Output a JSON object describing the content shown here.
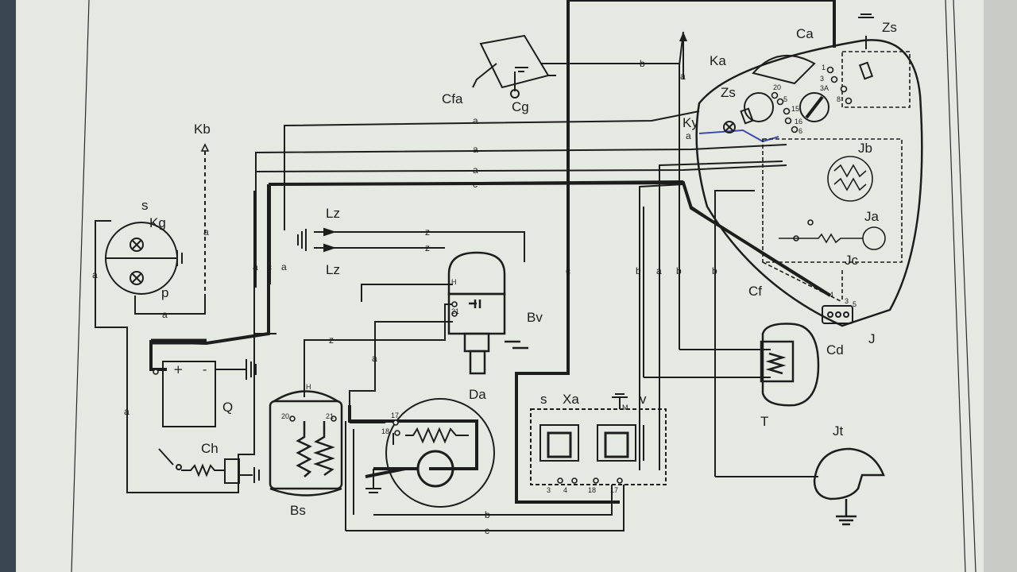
{
  "components": [
    {
      "id": "Kb",
      "label": "Kb"
    },
    {
      "id": "s_kg",
      "label": "s"
    },
    {
      "id": "Kg",
      "label": "Kg"
    },
    {
      "id": "p",
      "label": "p"
    },
    {
      "id": "Lz1",
      "label": "Lz"
    },
    {
      "id": "Lz2",
      "label": "Lz"
    },
    {
      "id": "Bv",
      "label": "Bv"
    },
    {
      "id": "Q",
      "label": "Q"
    },
    {
      "id": "Ch",
      "label": "Ch"
    },
    {
      "id": "Bs",
      "label": "Bs"
    },
    {
      "id": "Da",
      "label": "Da"
    },
    {
      "id": "s_xa",
      "label": "s"
    },
    {
      "id": "Xa",
      "label": "Xa"
    },
    {
      "id": "v",
      "label": "v"
    },
    {
      "id": "Cfa",
      "label": "Cfa"
    },
    {
      "id": "Cg",
      "label": "Cg"
    },
    {
      "id": "Ka",
      "label": "Ka"
    },
    {
      "id": "Zs1",
      "label": "Zs"
    },
    {
      "id": "Zs2",
      "label": "Zs"
    },
    {
      "id": "Ky",
      "label": "Ky"
    },
    {
      "id": "Ca",
      "label": "Ca"
    },
    {
      "id": "Jb",
      "label": "Jb"
    },
    {
      "id": "Ja",
      "label": "Ja"
    },
    {
      "id": "Jc",
      "label": "Jc"
    },
    {
      "id": "Cf",
      "label": "Cf"
    },
    {
      "id": "Cd",
      "label": "Cd"
    },
    {
      "id": "J",
      "label": "J"
    },
    {
      "id": "T",
      "label": "T"
    },
    {
      "id": "Jt",
      "label": "Jt"
    }
  ],
  "wire_labels": [
    "a",
    "b",
    "c",
    "z"
  ],
  "terminals": {
    "bs_left": "20",
    "bs_right": "21",
    "bs_top": "H",
    "bv_h": "H",
    "bv_21": "21",
    "da_17": "17",
    "da_18": "18",
    "xa_3": "3",
    "xa_4": "4",
    "xa_18": "18",
    "xa_17": "17",
    "xa_m": "M",
    "cd_4": "4",
    "cd_3": "3",
    "cd_5": "5",
    "ca_1": "1",
    "ca_3": "3",
    "ca_3a": "3A",
    "ca_8": "8",
    "ka_20": "20",
    "ka_5": "5",
    "ka_15": "15",
    "ka_16": "16",
    "ka_6": "6",
    "q_plus": "+",
    "q_minus": "-"
  },
  "colors": {
    "paper": "#e6e8e2",
    "ink": "#1d1d1d",
    "blue_wire": "#3b4bb0",
    "outer": "#3a4650"
  }
}
